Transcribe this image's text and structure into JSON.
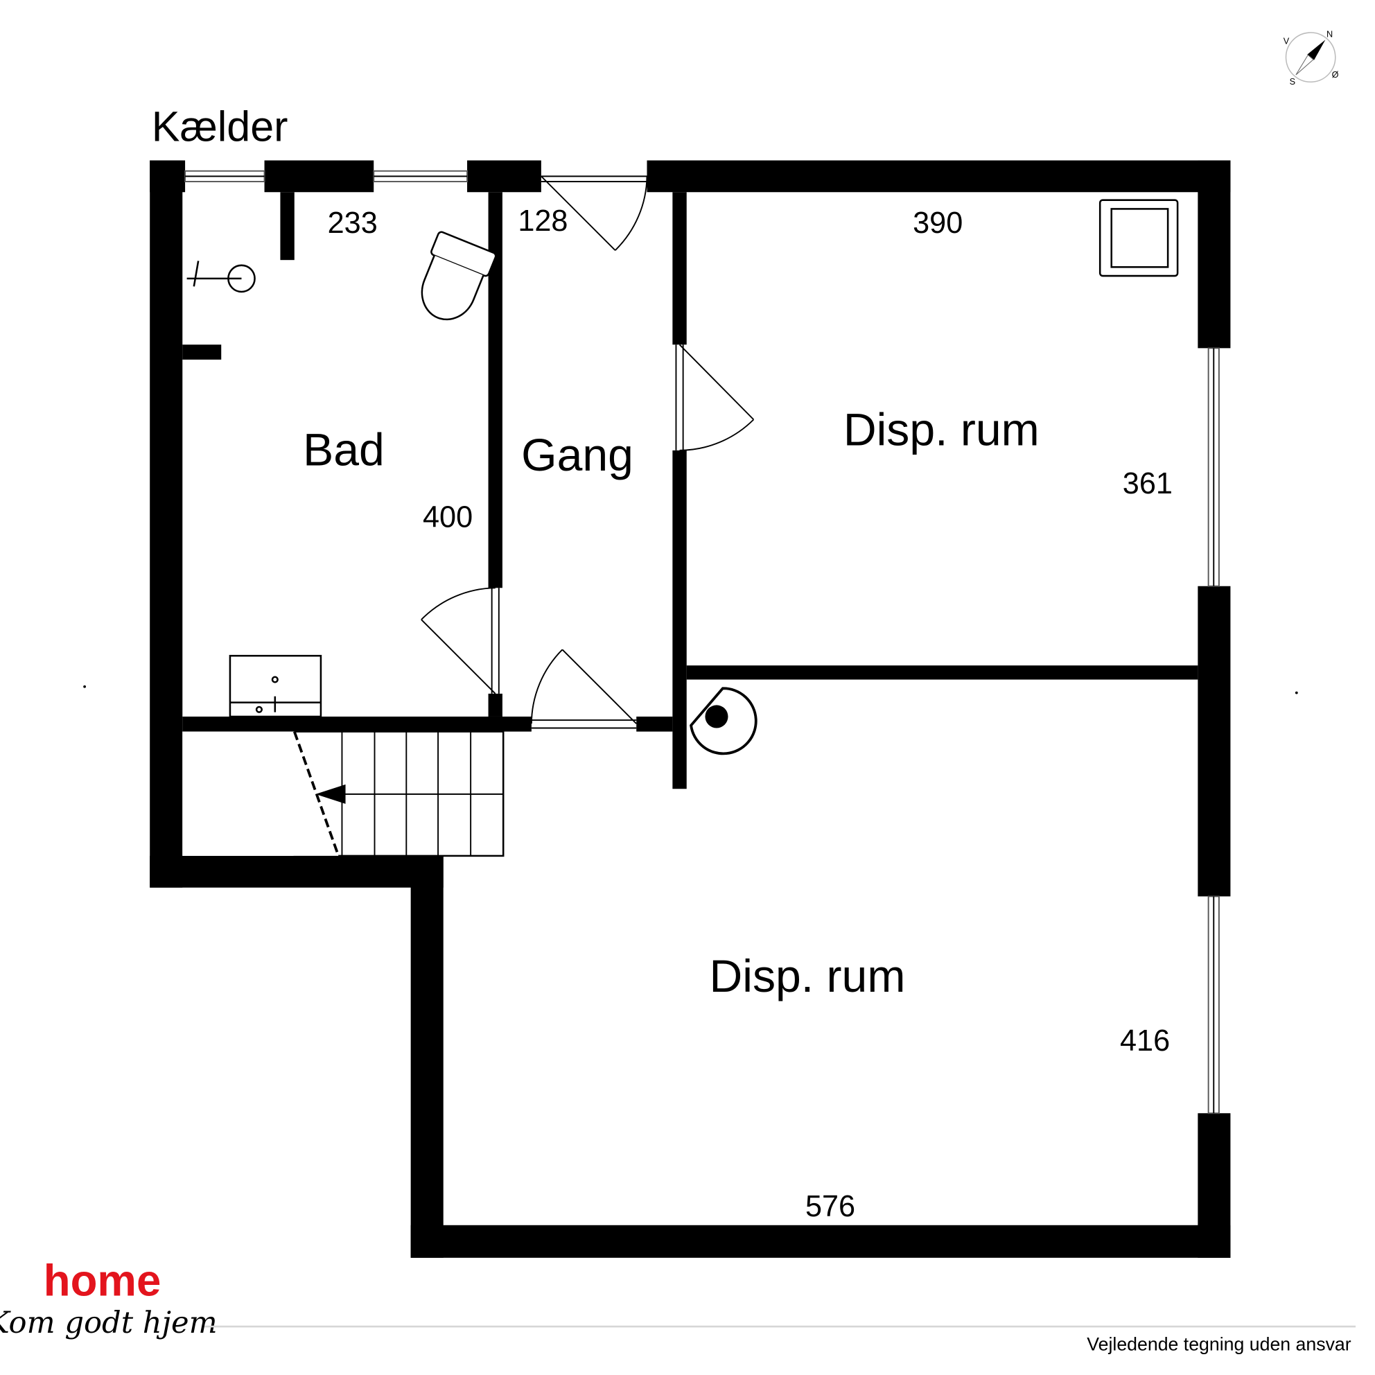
{
  "floor_title": "Kælder",
  "rooms": [
    {
      "name": "Bad",
      "dims": [
        "233",
        "400"
      ]
    },
    {
      "name": "Gang",
      "dims": [
        "128"
      ]
    },
    {
      "name": "Disp. rum",
      "dims": [
        "390",
        "361"
      ]
    },
    {
      "name": "Disp. rum",
      "dims": [
        "576",
        "416"
      ]
    }
  ],
  "compass": {
    "n": "N",
    "s": "S",
    "e": "Ø",
    "w": "V"
  },
  "logo": {
    "brand": "home",
    "tagline": "Kom godt hjem",
    "brand_color": "#e3141d"
  },
  "disclaimer": "Vejledende tegning uden ansvar"
}
